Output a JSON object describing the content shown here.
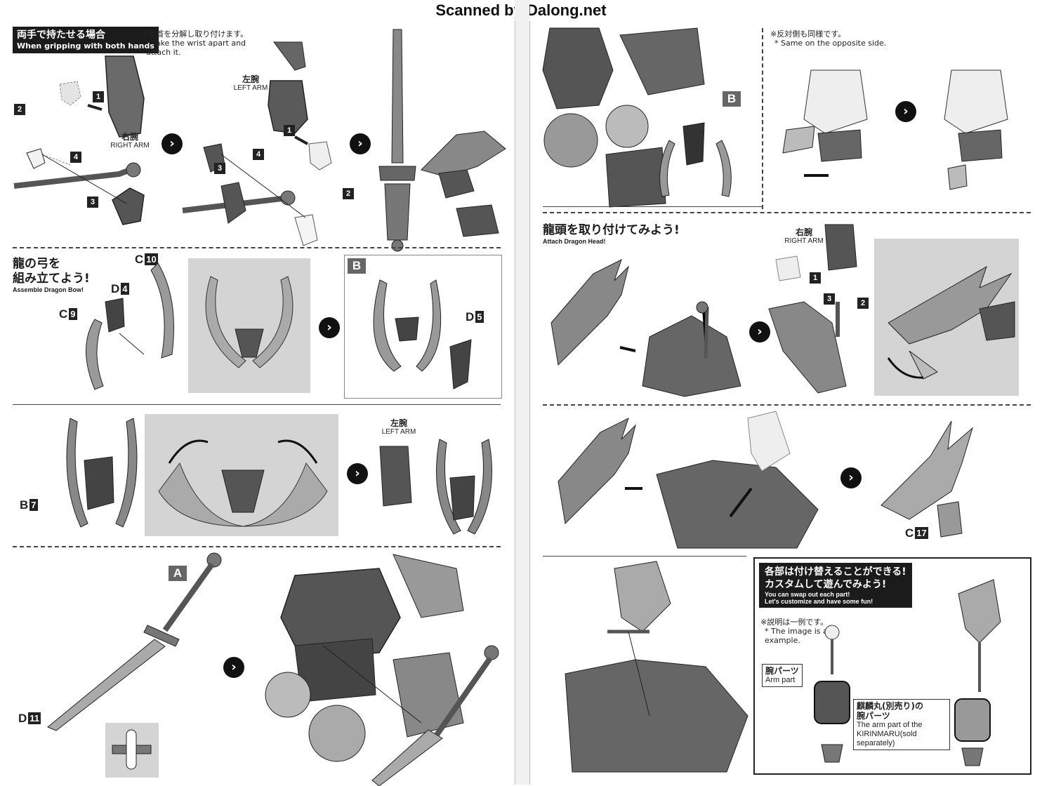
{
  "header": {
    "scan_credit": "Scanned by Dalong.net"
  },
  "left": {
    "grip": {
      "title_jp": "両手で持たせる場合",
      "title_en": "When gripping with both hands",
      "note_jp": "※手首を分解し取り付けます。",
      "note_en": "* Take the wrist apart and attach it.",
      "right_arm_jp": "右腕",
      "right_arm_en": "RIGHT ARM",
      "left_arm_jp": "左腕",
      "left_arm_en": "LEFT ARM"
    },
    "bow": {
      "title_jp_1": "龍の弓を",
      "title_jp_2": "組み立てよう!",
      "title_en": "Assemble Dragon Bow!",
      "parts": [
        {
          "letter": "C",
          "num": "10"
        },
        {
          "letter": "D",
          "num": "4"
        },
        {
          "letter": "C",
          "num": "9"
        },
        {
          "letter": "D",
          "num": "5"
        }
      ],
      "box_label": "B"
    },
    "bow_attach": {
      "left_arm_jp": "左腕",
      "left_arm_en": "LEFT ARM",
      "part": {
        "letter": "B",
        "num": "7"
      }
    },
    "sword": {
      "box_label": "A",
      "part": {
        "letter": "D",
        "num": "11"
      }
    }
  },
  "right": {
    "top": {
      "box_label": "B",
      "note_jp": "※反対側も同様です。",
      "note_en": "* Same on the opposite side."
    },
    "dragon_head": {
      "title_jp": "龍頭を取り付けてみよう!",
      "title_en": "Attach Dragon Head!",
      "right_arm_jp": "右腕",
      "right_arm_en": "RIGHT ARM"
    },
    "swap": {
      "part": {
        "letter": "C",
        "num": "17"
      }
    },
    "custom": {
      "head_jp_1": "各部は付け替えることができる!",
      "head_jp_2": "カスタムして遊んでみよう!",
      "head_en_1": "You can swap out each part!",
      "head_en_2": "Let's customize and have some fun!",
      "note_jp": "※説明は一例です。",
      "note_en": "* The image is an example.",
      "arm_part_jp": "腕パーツ",
      "arm_part_en": "Arm part",
      "kirin_jp_1": "麒麟丸(別売り)の",
      "kirin_jp_2": "腕パーツ",
      "kirin_en": "The arm part of the KIRINMARU(sold separately)"
    }
  },
  "steps": [
    "1",
    "2",
    "3",
    "4"
  ],
  "arrow_glyph": "›",
  "colors": {
    "dark": "#1b1b1b",
    "part_mid": "#7a7a7a",
    "part_light": "#c8c8c8",
    "panel": "#d4d4d4"
  }
}
